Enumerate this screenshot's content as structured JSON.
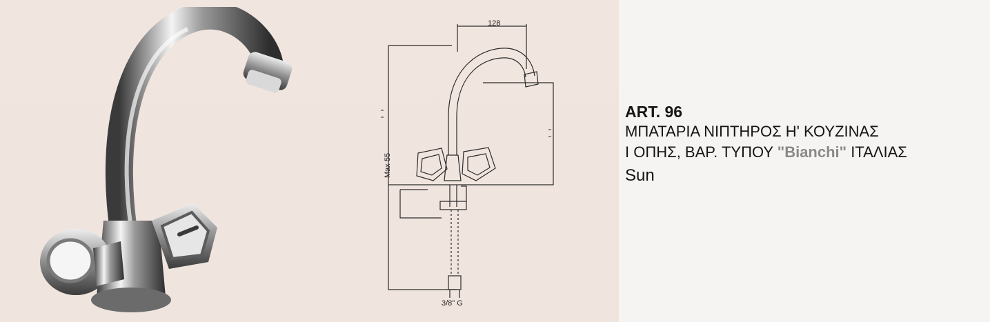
{
  "drawing": {
    "width_dim": "128",
    "height_dim": "Max 55",
    "thread_dim": "3/8\" G"
  },
  "product": {
    "article": "ART. 96",
    "line1": "ΜΠΑΤΑΡΙΑ ΝΙΠΤΗΡΟΣ Η' ΚΟΥΖΙΝΑΣ",
    "line2_start": "Ι ΟΠΗΣ, ΒΑΡ. ΤΥΠΟΥ ",
    "brand": "\"Bianchi\"",
    "line2_end": " ΙΤΑΛΙΑΣ",
    "model": "Sun"
  }
}
